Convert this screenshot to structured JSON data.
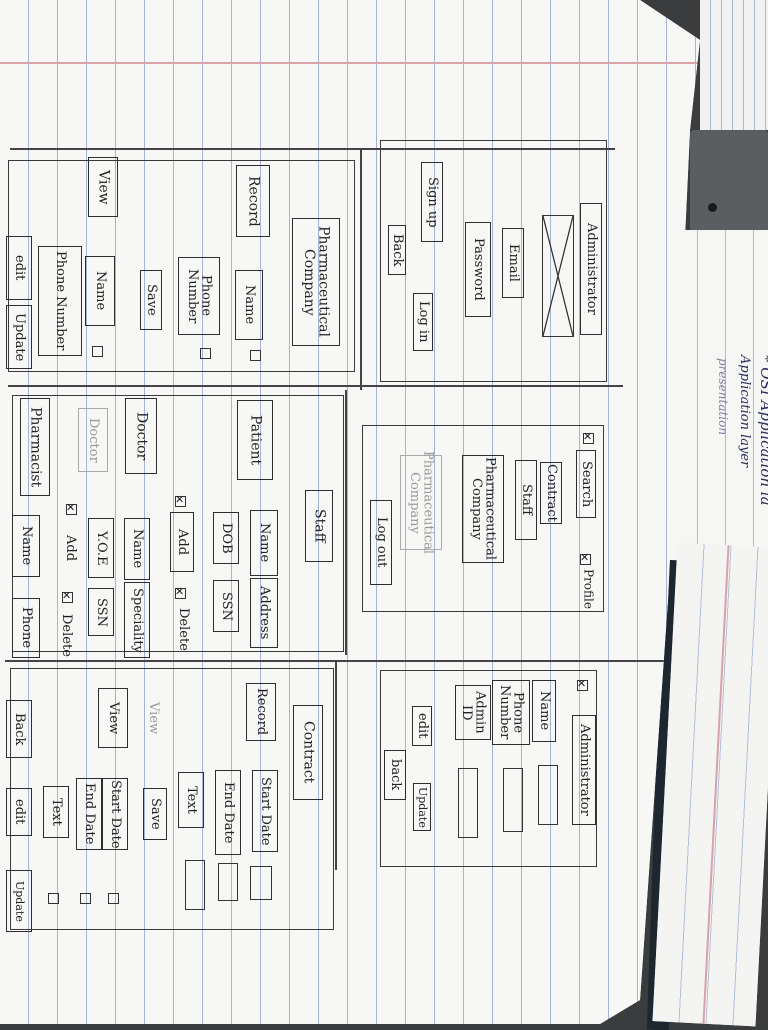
{
  "admin_login": {
    "title": "Administrator",
    "email": "Email",
    "password": "Password",
    "login": "Log in",
    "signup": "Sign up",
    "back": "Back"
  },
  "admin_home": {
    "search": "Search",
    "contract": "Contract",
    "staff": "Staff",
    "pharma": "Pharmaceutical Company",
    "pharma_faint": "Pharmaceutical Company",
    "logout": "Log out",
    "profile": "Profile"
  },
  "admin_profile": {
    "title": "Administrator",
    "name": "Name",
    "phone": "Phone Number",
    "admin_id": "Admin ID",
    "edit": "edit",
    "back": "back",
    "update": "Update"
  },
  "pharma_company": {
    "title": "Pharmaceutical Company",
    "record": "Record",
    "view": "View",
    "name": "Name",
    "phone": "Phone Number",
    "save": "Save",
    "view_name": "Name",
    "view_phone": "Phone Number",
    "edit": "edit",
    "update": "Update"
  },
  "staff": {
    "title": "Staff",
    "patient": "Patient",
    "doctor": "Doctor",
    "doctor_faint": "Doctor",
    "pharmacist": "Pharmacist",
    "p_name": "Name",
    "p_dob": "DOB",
    "p_address": "Address",
    "p_ssn": "SSN",
    "add": "Add",
    "delete": "Delete",
    "d_name": "Name",
    "d_speciality": "Speciality",
    "d_yoe": "Y.O.E",
    "d_ssn": "SSN",
    "d_add": "Add",
    "d_delete": "Delete",
    "ph_name": "Name",
    "ph_phone": "Phone"
  },
  "contract": {
    "title": "Contract",
    "record": "Record",
    "view": "View",
    "view_faint": "View",
    "start": "Start Date",
    "end": "End Date",
    "text": "Text",
    "save": "Save",
    "v_start": "Start Date",
    "v_end": "End Date",
    "v_text": "Text",
    "back": "Back",
    "edit": "edit",
    "update": "Update"
  },
  "notes": {
    "line1": "* OSI Application la",
    "line2": "Application layer",
    "line3": "presentation"
  }
}
